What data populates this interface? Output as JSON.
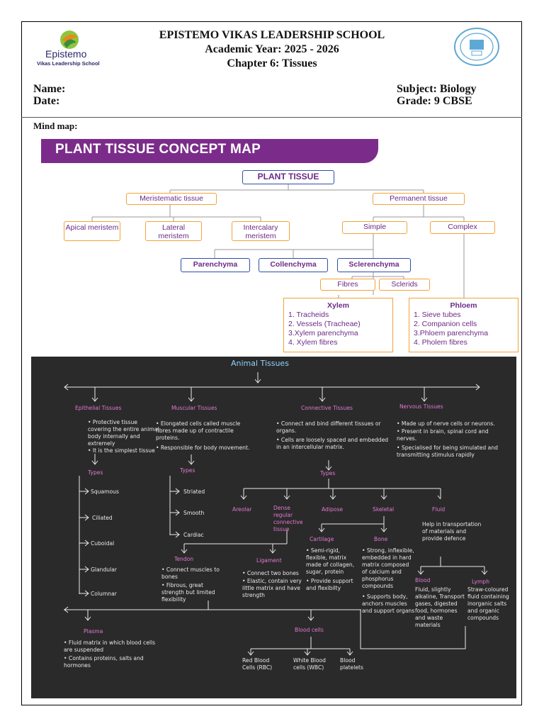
{
  "school": {
    "name": "EPISTEMO VIKAS LEADERSHIP SCHOOL",
    "year": "Academic Year: 2025 - 2026",
    "chapter": "Chapter 6: Tissues",
    "logo_word": "Epistemo",
    "logo_sub": "Vikas Leadership School"
  },
  "fields": {
    "name": "Name:",
    "date": "Date:",
    "subject": "Subject: Biology",
    "grade": "Grade: 9 CBSE",
    "mindmap": "Mind map:"
  },
  "plant": {
    "banner": "PLANT TISSUE CONCEPT MAP",
    "root": "PLANT TISSUE",
    "meristematic": "Meristematic tissue",
    "permanent": "Permanent tissue",
    "apical": "Apical meristem",
    "lateral": "Lateral meristem",
    "intercalary": "Intercalary meristem",
    "simple": "Simple",
    "complex": "Complex",
    "parenchyma": "Parenchyma",
    "collenchyma": "Collenchyma",
    "sclerenchyma": "Sclerenchyma",
    "fibres": "Fibres",
    "sclerids": "Sclerids",
    "xylem": {
      "title": "Xylem",
      "items": [
        "1. Tracheids",
        "2. Vessels (Tracheae)",
        "3.Xylem parenchyma",
        "4. Xylem fibres"
      ]
    },
    "phloem": {
      "title": "Phloem",
      "items": [
        "1. Sieve tubes",
        "2. Companion cells",
        "3.Phloem parenchyma",
        "4. Pholem fibres"
      ]
    }
  },
  "animal": {
    "title": "Animal Tissues",
    "epithelial": {
      "title": "Epithelial Tissues",
      "points": [
        "Protective tissue covering the entire animal body internally and extremely",
        "It is the simplest tissue"
      ],
      "types_label": "Types",
      "types": [
        "Squamous",
        "Ciliated",
        "Cuboidal",
        "Glandular",
        "Columnar"
      ]
    },
    "muscular": {
      "title": "Muscular Tissues",
      "points": [
        "Elongated cells called muscle fibres made up of contractile proteins.",
        "Responsible for body movement."
      ],
      "types_label": "Types",
      "types": [
        "Striated",
        "Smooth",
        "Cardiac"
      ]
    },
    "connective": {
      "title": "Connective Tissues",
      "points": [
        "Connect and bind different tissues or organs.",
        "Cells are loosely spaced and embedded in an intercellular matrix."
      ],
      "types_label": "Types",
      "types": [
        "Areolar",
        "Dense regular connective tissue",
        "Adipose",
        "Skeletal",
        "Fluid"
      ]
    },
    "nervous": {
      "title": "Nervous Tissues",
      "points": [
        "Made up of nerve cells or neurons.",
        "Present in brain, spinal cord and nerves.",
        "Specialised for being simulated and transmitting stimulus rapidly"
      ]
    },
    "tendon": {
      "title": "Tendon",
      "points": [
        "Connect muscles to bones",
        "Fibrous, great strength but limited flexibility"
      ]
    },
    "ligament": {
      "title": "Ligament",
      "points": [
        "Connect two bones",
        "Elastic, contain very little matrix and have strength"
      ]
    },
    "cartilage": {
      "title": "Cartilage",
      "points": [
        "Semi-rigid, flexible, matrix made of collagen, sugar, protein",
        "Provide support and flexibilty"
      ]
    },
    "bone": {
      "title": "Bone",
      "points": [
        "Strong, inflexible, embedded in hard matrix composed of calcium and phosphorus compounds",
        "Supports body, anchors muscles and support organs"
      ]
    },
    "fluid_desc": "Help in transportation of materials and provide defence",
    "blood": {
      "title": "Blood",
      "desc": "Fluid, slightly alkaline, Transport gases, digested food, hormones and waste materials"
    },
    "lymph": {
      "title": "Lymph",
      "desc": "Straw-coloured fluid containing inorganic salts and organic compounds"
    },
    "plasma": {
      "title": "Plasma",
      "points": [
        "Fluid matrix in which blood cells are suspended",
        "Contains proteins, salts and hormones"
      ]
    },
    "bloodcells": {
      "title": "Blood cells",
      "items": [
        "Red Blood Cells (RBC)",
        "White Blood cells (WBC)",
        "Blood platelets"
      ]
    }
  },
  "colors": {
    "purple": "#7b2c8a",
    "orange": "#f3a23a",
    "blue": "#2e4fa7",
    "board": "#2a2a2a",
    "chalk_pink": "#e27ad2",
    "chalk_blue": "#8fd3ff"
  },
  "icons": [
    "epistemo-logo",
    "cbse-seal"
  ]
}
